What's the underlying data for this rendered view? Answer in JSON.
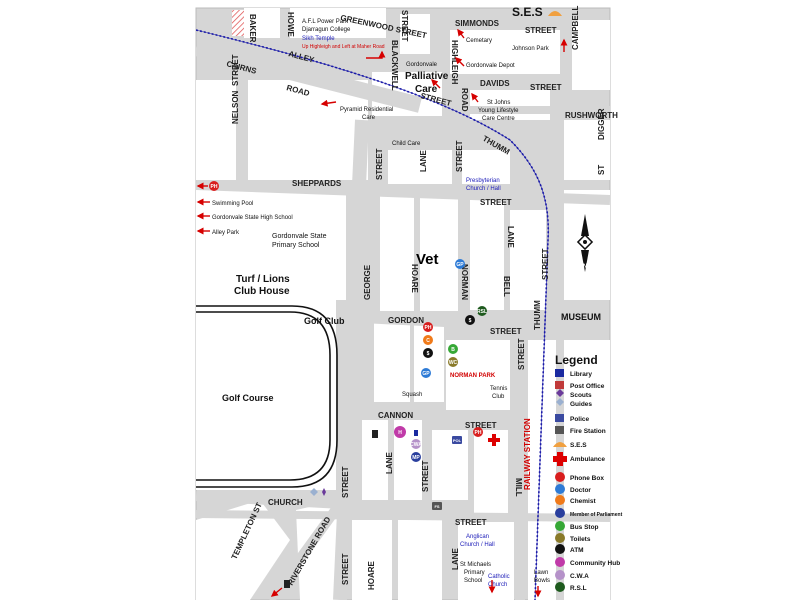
{
  "streets": {
    "simmonds": "SIMMONDS",
    "street_simmonds": "STREET",
    "greenwood": "GREENWOOD STREET",
    "baker": "BAKER",
    "howe": "HOWE",
    "blackwell": "BLACKWELL",
    "street_blackwell": "STREET",
    "highleigh": "HIGHLEIGH",
    "road_highleigh": "ROAD",
    "campbell": "CAMPBELL",
    "alley": "ALLEY",
    "street_alley": "STREET",
    "davids": "DAVIDS",
    "street_davids": "STREET",
    "cairns": "CAIRNS",
    "road_cairns": "ROAD",
    "rushworth": "RUSHWORTH",
    "digger": "DIGGER",
    "street_digger": "ST",
    "nelson": "NELSON",
    "street_nelson": "STREET",
    "thumm": "THUMM",
    "sheppards": "SHEPPARDS",
    "street_sheppards": "STREET",
    "street_vet_v": "STREET",
    "lane_top": "LANE",
    "street_pres": "STREET",
    "george": "GEORGE",
    "street_george": "STREET",
    "hoare": "HOARE",
    "norman": "NORMAN",
    "bell": "BELL",
    "lane_bell": "LANE",
    "street_right": "STREET",
    "thumm_lower": "THUMM",
    "gordon": "GORDON",
    "street_gordon": "STREET",
    "street_norman_park": "STREET",
    "cannon": "CANNON",
    "street_cannon": "STREET",
    "lane_lower": "LANE",
    "street_lower": "STREET",
    "street_west": "STREET",
    "church": "CHURCH",
    "street_church": "STREET",
    "mill": "MILL",
    "templeton": "TEMPLETON ST",
    "riverstone": "RIVERSTONE ROAD",
    "hoare_bottom": "HOARE",
    "lane_bottom": "LANE",
    "railway": "RAILWAY STATION"
  },
  "places": {
    "ses": "S.E.S",
    "afl_line1": "A.F.L Power Park",
    "afl_line2": "Djarragun College",
    "sikh": "Sikh Temple",
    "sikh_dir": "Up Highleigh and Left at Maher Road",
    "cemetery": "Cemetary",
    "johnson": "Johnson Park",
    "depot": "Gordonvale Depot",
    "palliative_small": "Gordonvale",
    "palliative1": "Palliative",
    "palliative2": "Care",
    "stjohns1": "St Johns",
    "stjohns2": "Young Lifestyle",
    "stjohns3": "Care Centre",
    "pyramid1": "Pyramid Residential",
    "pyramid2": "Care",
    "childcare": "Child Care",
    "presby1": "Presbyterian",
    "presby2": "Church / Hall",
    "swimming": "Swimming Pool",
    "highschool": "Gordonvale State High School",
    "alleypark": "Alley Park",
    "primary1": "Gordonvale State",
    "primary2": "Primary School",
    "vet": "Vet",
    "turf1": "Turf / Lions",
    "turf2": "Club House",
    "golfclub": "Golf Club",
    "golfcourse": "Golf Course",
    "museum": "MUSEUM",
    "normanpark": "NORMAN PARK",
    "tennis1": "Tennis",
    "tennis2": "Club",
    "squash": "Squash",
    "anglican1": "Anglican",
    "anglican2": "Church / Hall",
    "stmichaels1": "St Michaels",
    "stmichaels2": "Primary",
    "stmichaels3": "School",
    "catholic1": "Catholic",
    "catholic2": "Church",
    "lawn1": "Lawn",
    "lawn2": "Bowls"
  },
  "legend": {
    "title": "Legend",
    "items": [
      {
        "name": "library",
        "label": "Library"
      },
      {
        "name": "post-office",
        "label": "Post Office"
      },
      {
        "name": "scouts",
        "label": "Scouts"
      },
      {
        "name": "guides",
        "label": "Guides"
      },
      {
        "name": "police",
        "label": "Police"
      },
      {
        "name": "fire-station",
        "label": "Fire Station"
      },
      {
        "name": "ses",
        "label": "S.E.S"
      },
      {
        "name": "ambulance",
        "label": "Ambulance"
      },
      {
        "name": "phone-box",
        "label": "Phone Box"
      },
      {
        "name": "doctor",
        "label": "Doctor"
      },
      {
        "name": "chemist",
        "label": "Chemist"
      },
      {
        "name": "member-of-parliament",
        "label": "Member of Parliament"
      },
      {
        "name": "bus-stop",
        "label": "Bus Stop"
      },
      {
        "name": "toilets",
        "label": "Toilets"
      },
      {
        "name": "atm",
        "label": "ATM"
      },
      {
        "name": "community-hub",
        "label": "Community Hub"
      },
      {
        "name": "cwa",
        "label": "C.W.A"
      },
      {
        "name": "rsl",
        "label": "R.S.L"
      }
    ]
  },
  "icons": {
    "phone": "PH",
    "doctor": "GP",
    "chemist": "C",
    "mp": "MP",
    "bus": "B",
    "toilets": "WC",
    "atm": "$",
    "hub": "H",
    "cwa": "CWA",
    "rsl": "RSL",
    "police": "POL",
    "fire": "FS"
  },
  "colors": {
    "road": "#d6d6d6",
    "block": "#ffffff",
    "rail": "#1a1aa8",
    "arrow": "#d60000",
    "phone": "#d81e1e",
    "doctor": "#2e7bd6",
    "chemist": "#f07a1a",
    "mp": "#2a3f9e",
    "bus": "#36a836",
    "toilets": "#8a7a2a",
    "hub": "#c03aa8",
    "cwa": "#b592c9",
    "rsl": "#1e5a1e"
  }
}
